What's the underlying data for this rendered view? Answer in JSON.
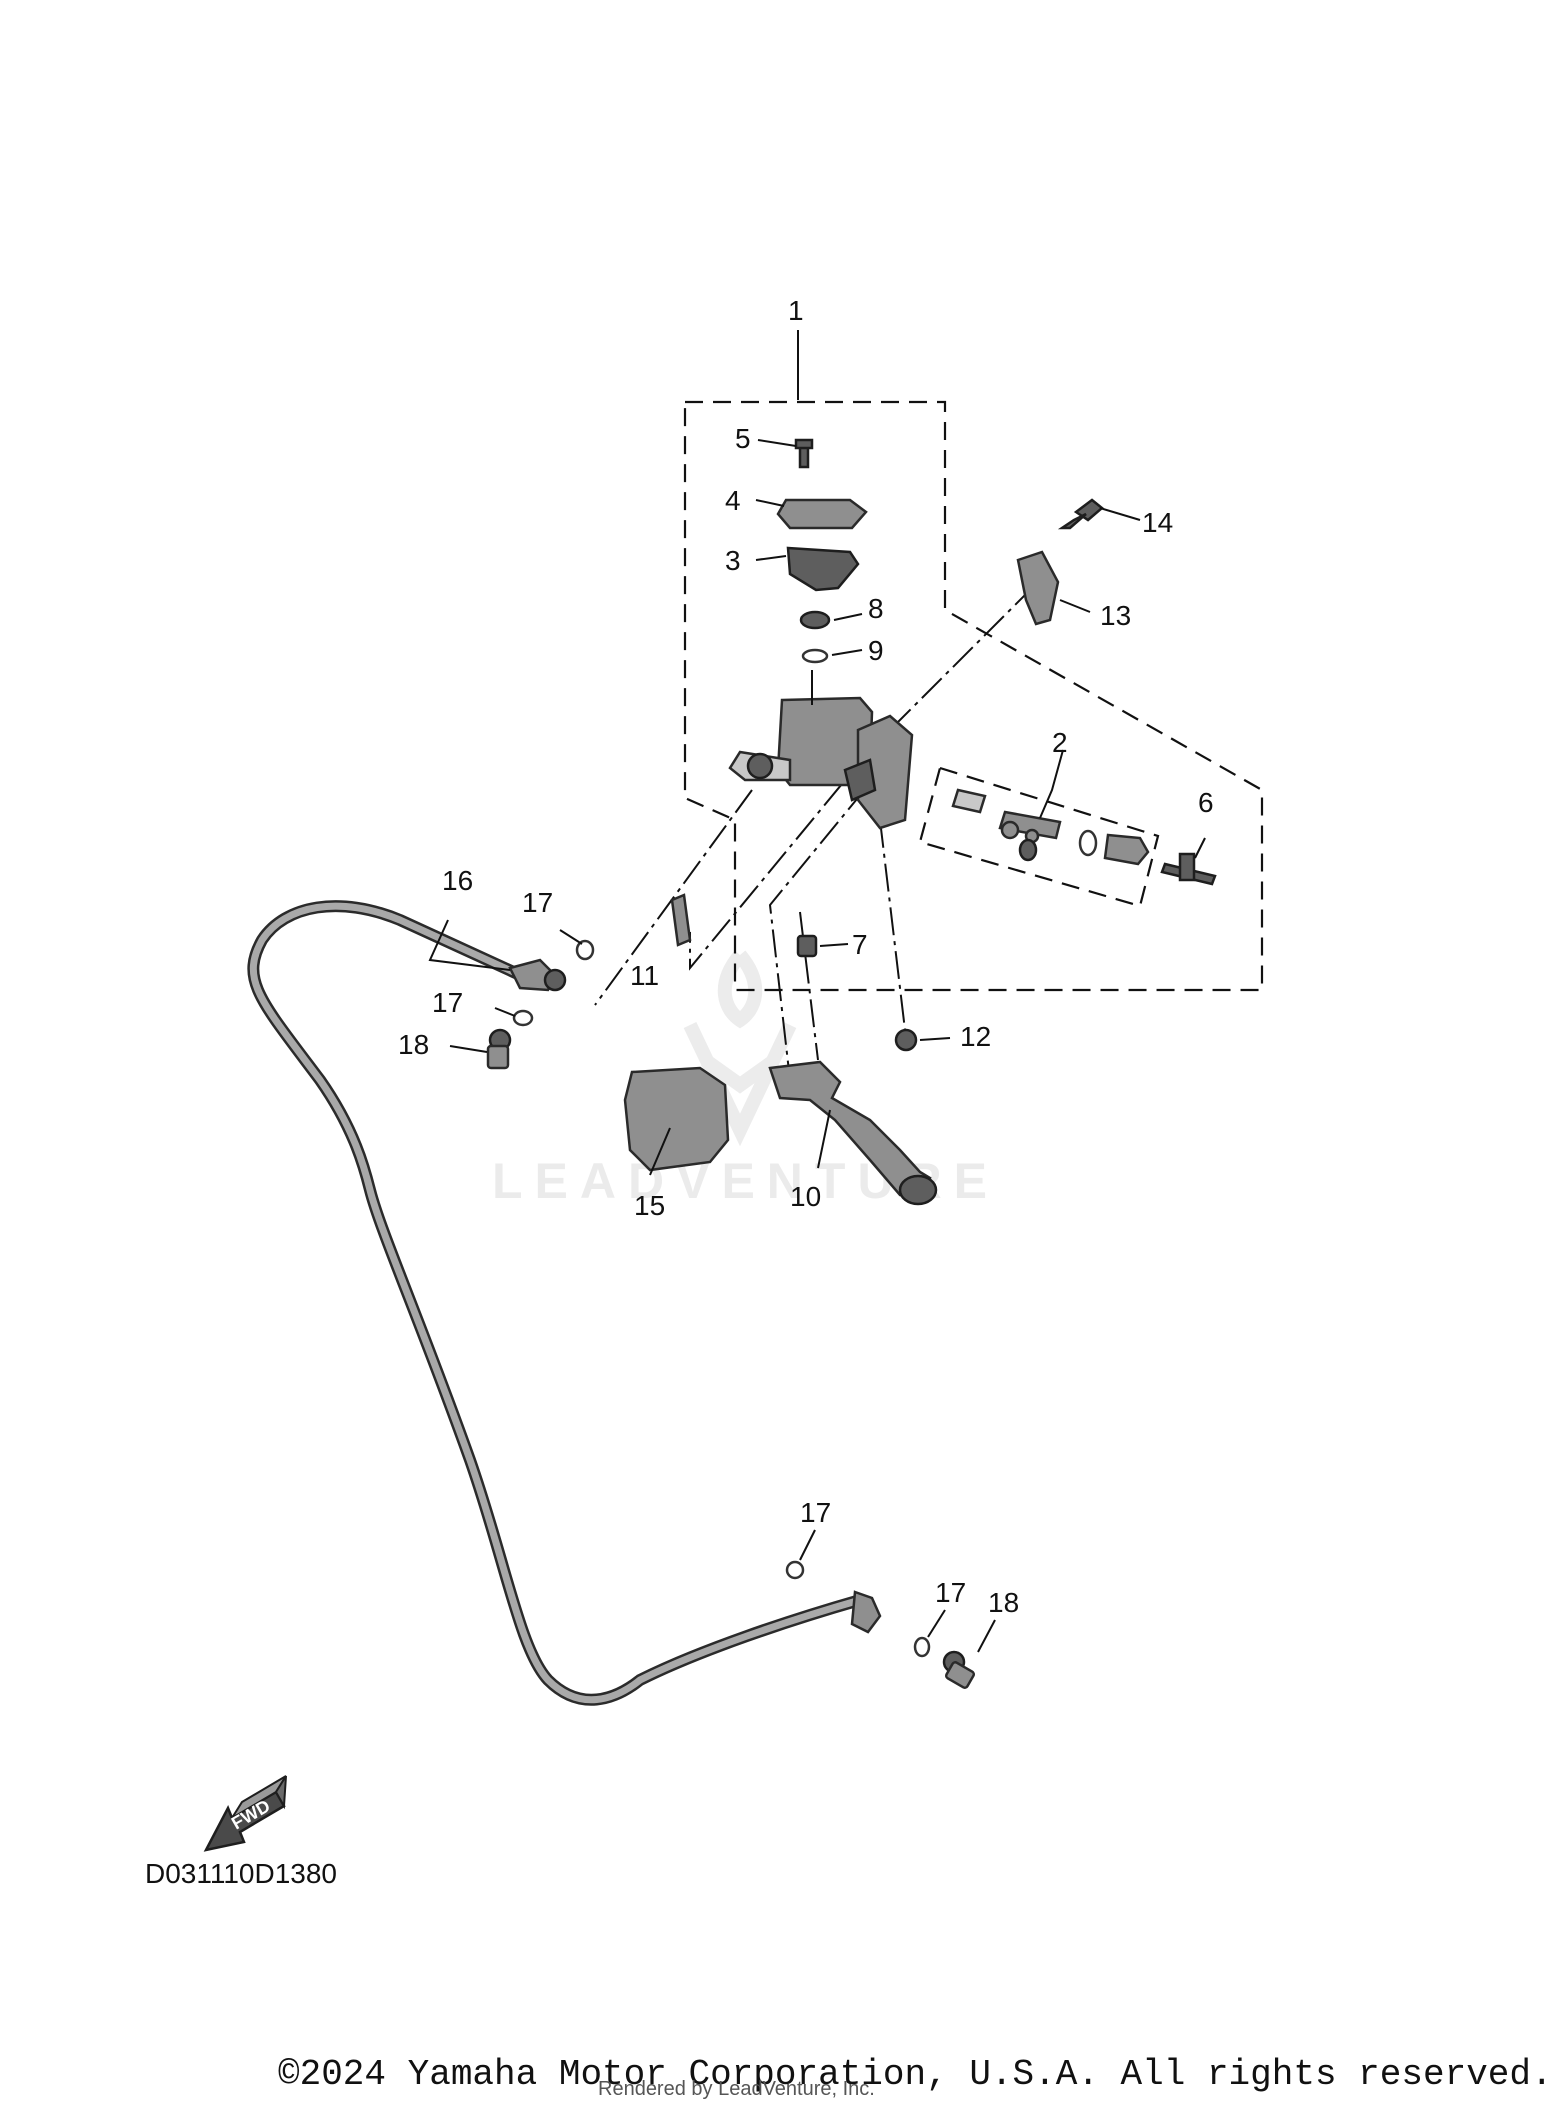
{
  "diagram": {
    "callouts": [
      "1",
      "2",
      "3",
      "4",
      "5",
      "6",
      "7",
      "8",
      "9",
      "10",
      "11",
      "12",
      "13",
      "14",
      "15",
      "16",
      "17",
      "17",
      "17",
      "17",
      "18",
      "18"
    ],
    "diagram_code": "D031110D1380",
    "fwd_label": "FWD",
    "watermark_text": "LEADVENTURE"
  },
  "footer": {
    "copyright": "©2024 Yamaha Motor Corporation, U.S.A. All rights reserved.",
    "rendered_by": "Rendered by LeadVenture, Inc."
  }
}
